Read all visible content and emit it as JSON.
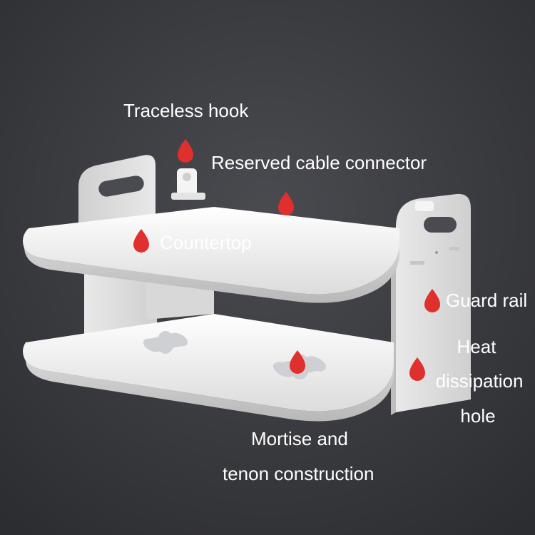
{
  "labels": {
    "traceless_hook": "Traceless hook",
    "reserved_cable_connector": "Reserved cable connector",
    "countertop": "Countertop",
    "guard_rail": "Guard rail",
    "heat_line1": "Heat",
    "heat_line2": "dissipation",
    "heat_line3": "hole",
    "mortise_line1": "Mortise and",
    "mortise_line2": "tenon construction"
  },
  "colors": {
    "background": "#3d3e42",
    "shelf": "#f2f2f2",
    "marker": "#e0302e",
    "text": "#ffffff"
  },
  "icons": {
    "marker": "location-pin-icon"
  }
}
